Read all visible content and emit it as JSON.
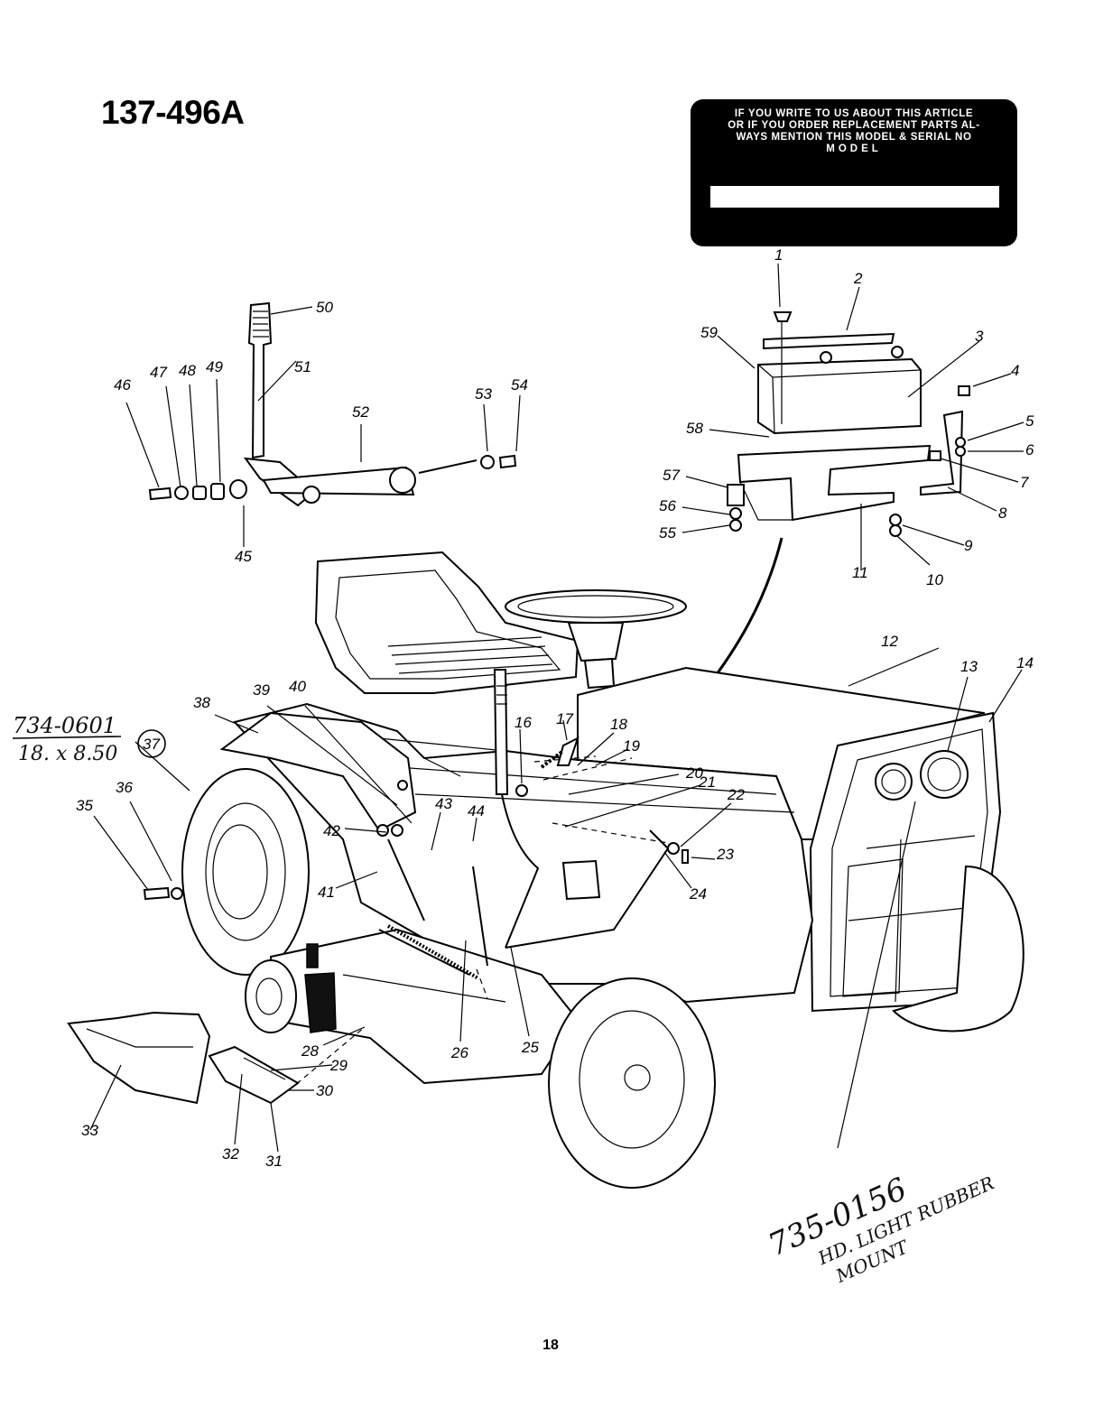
{
  "model_number": "137-496A",
  "page_number": "18",
  "label": {
    "lines": [
      "IF YOU WRITE TO US ABOUT THIS ARTICLE",
      "OR IF YOU ORDER REPLACEMENT PARTS AL-",
      "WAYS MENTION THIS MODEL & SERIAL NO"
    ],
    "model_word": "MODEL"
  },
  "callouts": [
    "1",
    "2",
    "3",
    "4",
    "5",
    "6",
    "7",
    "8",
    "9",
    "10",
    "11",
    "12",
    "13",
    "14",
    "16",
    "17",
    "18",
    "19",
    "20",
    "21",
    "22",
    "23",
    "24",
    "25",
    "26",
    "28",
    "29",
    "30",
    "31",
    "32",
    "33",
    "35",
    "36",
    "37",
    "38",
    "39",
    "40",
    "41",
    "42",
    "43",
    "44",
    "45",
    "46",
    "47",
    "48",
    "49",
    "50",
    "51",
    "52",
    "53",
    "54",
    "55",
    "56",
    "57",
    "58",
    "59"
  ],
  "annotations": {
    "tire": {
      "part_number": "734-0601",
      "size": "18. x 8.50",
      "ref": "37"
    },
    "headlight": {
      "part_number": "735-0156",
      "line1": "HD. LIGHT RUBBER",
      "line2": "MOUNT"
    }
  }
}
